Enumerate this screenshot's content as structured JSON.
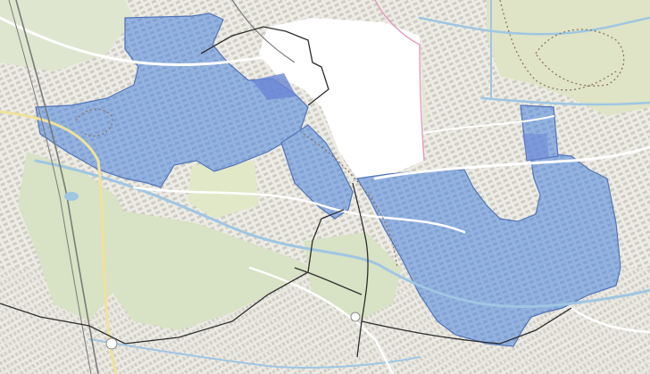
{
  "map": {
    "colors": {
      "background": "#ecebe4",
      "green_area": "#d8e2c4",
      "green_light": "#e3e9d3",
      "forest": "#dfe4c6",
      "field_white": "#ffffff",
      "highlight_fill": "#8fb0e0",
      "highlight_stroke": "#4a6fb5",
      "highlight_dark": "#6b86d6",
      "water": "#9fc6e3",
      "boundary": "#2d2d2d",
      "building": "#c9c6bf",
      "road": "#ffffff",
      "road_major": "#f3e8a0",
      "rail": "#7a7a7a",
      "dotted": "#8a6a5a",
      "pink_line": "#e59ac0"
    },
    "layers": {
      "highlighted_regions": [
        "northwest-district",
        "central-strip",
        "east-district",
        "northeast-block"
      ],
      "features": [
        "river",
        "railway",
        "main-road",
        "administrative-boundary",
        "park",
        "dotted-path"
      ]
    }
  }
}
